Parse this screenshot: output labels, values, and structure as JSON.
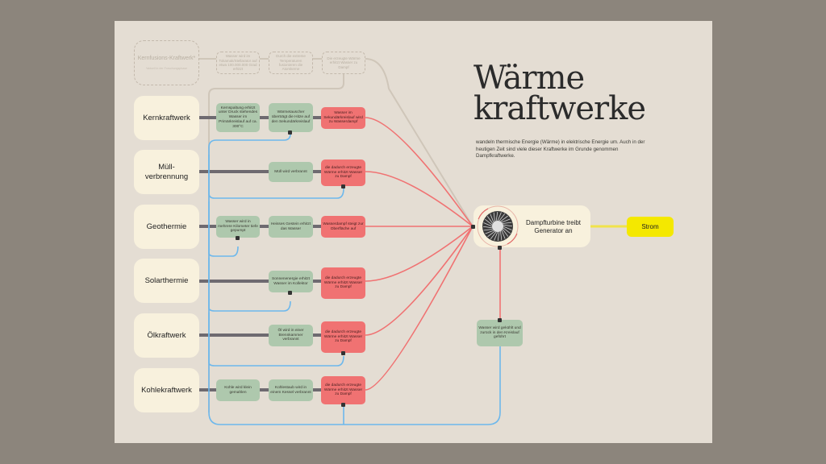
{
  "title_line1": "Wärme",
  "title_line2": "kraftwerke",
  "intro": "wandeln thermische Energie (Wärme) in elektrische Energie um. Auch in der heutigen Zeit sind viele dieser Kraftwerke im Grunde genommen Dampfkraftwerke.",
  "turbine_label": "Dampfturbine treibt Generator an",
  "output_label": "Strom",
  "return_label": "Wasser wird gekühlt und zurück in den Kreislauf geführt",
  "ghost": {
    "source": "Kernfusions-Kraftwerk*",
    "source_note": "*aktuell in der Forschungsphase",
    "steps": [
      "Wasser wird im Tokamak/Stellarator auf etwa 100.000.000 Grad erhitzt",
      "Durch die extreme Temperaturen fusionieren die Atomkerne",
      "Die erzeugte Wärme erhitzt Wasser zu Dampf"
    ]
  },
  "plants": [
    {
      "name": "Kernkraftwerk",
      "steps": [
        "Kernspaltung erhitzt unter Druck stehendes Wasser im Primärkreislauf auf ca. 300°C",
        "Wärmetauscher überträgt die Hitze auf den Sekundärkreislauf"
      ],
      "red": "Wasser im Sekundärkreislauf wird zu Wasserdampf"
    },
    {
      "name": "Müll-verbrennung",
      "steps": [
        "Müll wird verbrannt"
      ],
      "red": "die dadurch erzeugte Wärme erhitzt Wasser zu Dampf"
    },
    {
      "name": "Geothermie",
      "steps": [
        "Wasser wird in mehrere Kilometer tiefe gepumpt",
        "Heisses Gestein erhitzt das Wasser"
      ],
      "red": "Wasserdampf steigt zur Oberfläche auf"
    },
    {
      "name": "Solarthermie",
      "steps": [
        "Sonnenenergie erhitzt Wasser im Kollektor"
      ],
      "red": "die dadurch erzeugte Wärme erhitzt Wasser zu Dampf"
    },
    {
      "name": "Ölkraftwerk",
      "steps": [
        "Öl wird in einer Brennkammer verbrannt"
      ],
      "red": "die dadurch erzeugte Wärme erhitzt Wasser zu Dampf"
    },
    {
      "name": "Kohlekraftwerk",
      "steps": [
        "Kohle wird klein gemahlen",
        "Kohlestaub wird in einem Kessel verbrannt"
      ],
      "red": "die dadurch erzeugte Wärme erhitzt Wasser zu Dampf"
    }
  ],
  "colors": {
    "background": "#8c857c",
    "panel": "#e4ddd3",
    "source_box": "#f8f1dd",
    "step_box": "#aec8ad",
    "steam_box": "#f07272",
    "steam_wire": "#f07272",
    "water_wire": "#6db8ec",
    "output": "#f4e800"
  }
}
